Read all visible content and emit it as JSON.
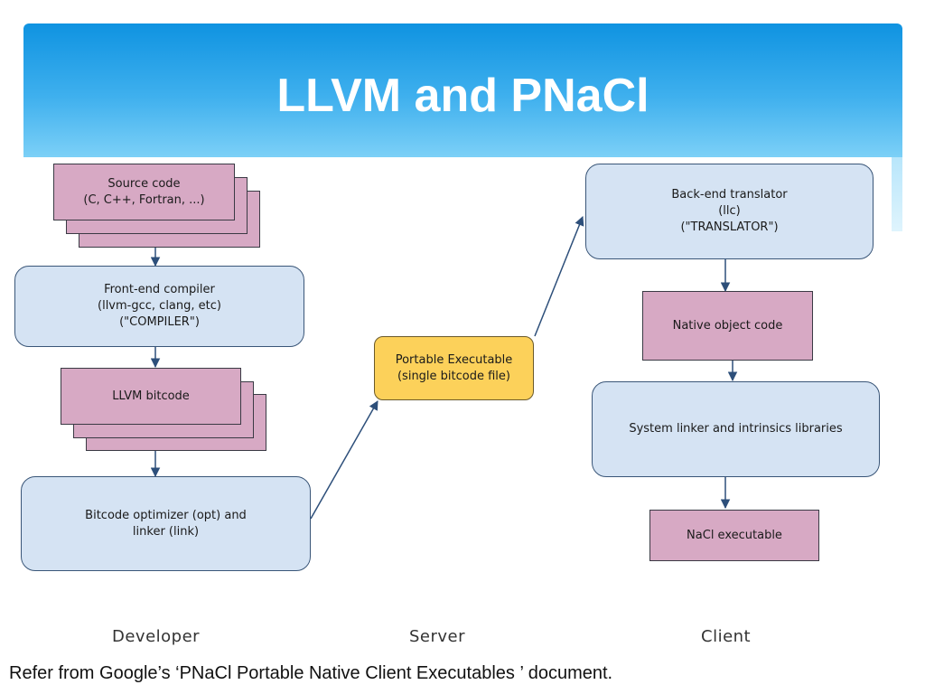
{
  "title": "LLVM and PNaCl",
  "boxes": {
    "source_code": "Source code\n(C, C++, Fortran, ...)",
    "frontend_compiler": "Front-end compiler\n(llvm-gcc, clang, etc)\n(\"COMPILER\")",
    "llvm_bitcode": "LLVM bitcode",
    "bitcode_optimizer": "Bitcode optimizer (opt) and\nlinker (link)",
    "portable_executable": "Portable Executable\n(single bitcode file)",
    "backend_translator": "Back-end translator\n(llc)\n(\"TRANSLATOR\")",
    "native_object_code": "Native object code",
    "system_linker": "System linker and intrinsics libraries",
    "nacl_executable": "NaCl executable"
  },
  "lanes": {
    "developer": "Developer",
    "server": "Server",
    "client": "Client"
  },
  "footer": "Refer from Google’s ‘PNaCl Portable Native Client Executables ’ document.",
  "colors": {
    "header": "#1a9be6",
    "blue_box": "#d5e3f3",
    "pink_box": "#d7a9c4",
    "yellow_box": "#fcd15a",
    "arrow": "#2d4f7a"
  }
}
